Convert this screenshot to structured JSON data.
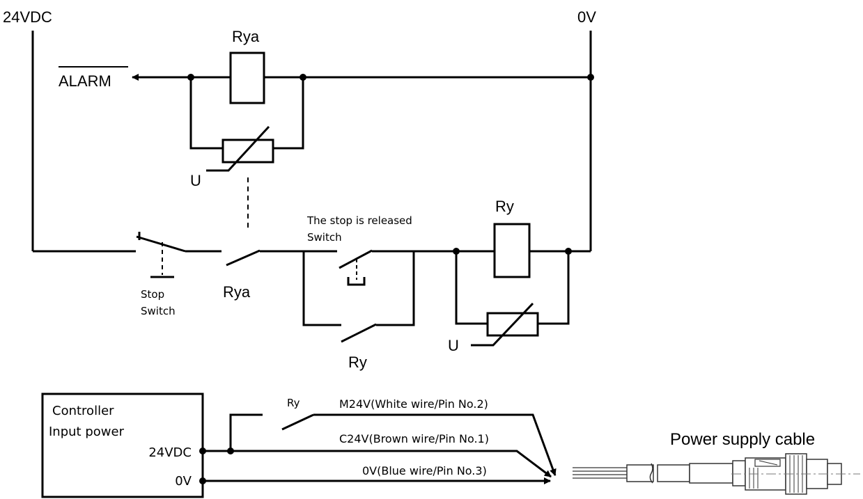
{
  "rails": {
    "positive": "24VDC",
    "zero": "0V"
  },
  "alarm_label": "ALARM",
  "relay_a": {
    "coil_label": "Rya",
    "contact_label": "Rya",
    "varistor_label": "U"
  },
  "relay_y": {
    "coil_label": "Ry",
    "contact_label": "Ry",
    "varistor_label": "U"
  },
  "stop_switch": {
    "line1": "Stop",
    "line2": "Switch"
  },
  "release_switch": {
    "line1": "The stop is released",
    "line2": "Switch"
  },
  "controller": {
    "line1": "Controller",
    "line2": "Input power",
    "pin_24v": "24VDC",
    "pin_0v": "0V"
  },
  "wiring": {
    "relay_label": "Ry",
    "m24v": "M24V(White wire/Pin No.2)",
    "c24v": "C24V(Brown wire/Pin No.1)",
    "zero_v": "0V(Blue wire/Pin No.3)"
  },
  "cable_label": "Power supply cable"
}
